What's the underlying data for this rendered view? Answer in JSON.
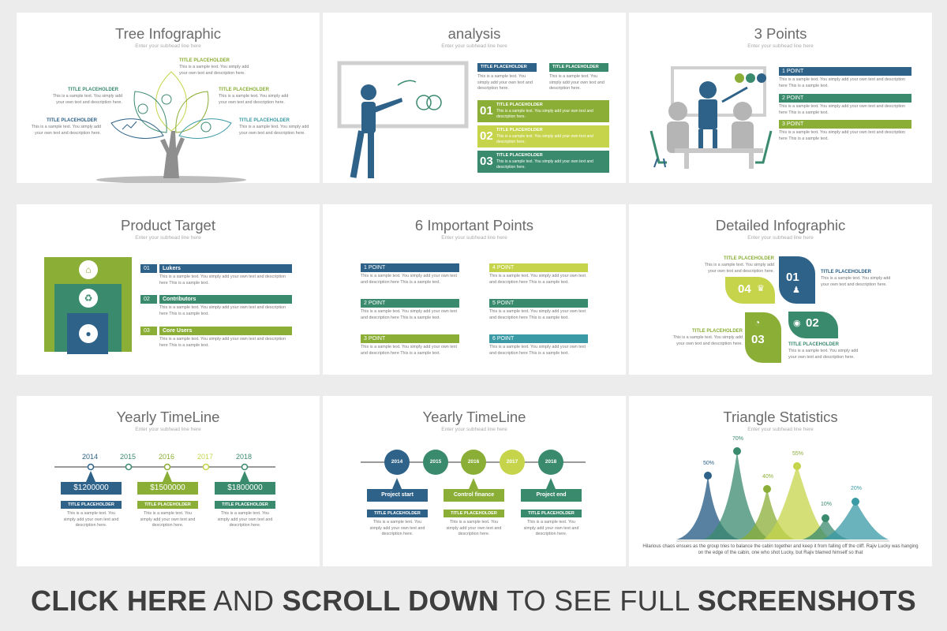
{
  "subhead": "Enter your subhead line here",
  "sample_short": "This is a sample text. You simply add your own text and description here.",
  "sample_long": "This is a sample text. You simply add your own text and description here This is a sample text.",
  "placeholder": "TITLE PLACEHOLDER",
  "colors": {
    "navy": "#2e6289",
    "teal": "#3a8a6e",
    "green": "#8aae36",
    "lime": "#c5d44a",
    "aqua": "#3a9aa5",
    "gray": "#9a9a9a"
  },
  "slides": {
    "tree": {
      "title": "Tree Infographic"
    },
    "analysis": {
      "title": "analysis",
      "items": [
        {
          "num": "01"
        },
        {
          "num": "02"
        },
        {
          "num": "03"
        }
      ]
    },
    "three_points": {
      "title": "3 Points",
      "items": [
        {
          "label": "1 POINT"
        },
        {
          "label": "2 POINT"
        },
        {
          "label": "3 POINT"
        }
      ]
    },
    "product_target": {
      "title": "Product Target",
      "items": [
        {
          "num": "01",
          "label": "Lukers"
        },
        {
          "num": "02",
          "label": "Contributors"
        },
        {
          "num": "03",
          "label": "Core Users"
        }
      ]
    },
    "six_points": {
      "title": "6 Important Points",
      "items": [
        {
          "label": "1 POINT"
        },
        {
          "label": "2 POINT"
        },
        {
          "label": "3 POINT"
        },
        {
          "label": "4 POINT"
        },
        {
          "label": "5 POINT"
        },
        {
          "label": "6 POINT"
        }
      ]
    },
    "detailed": {
      "title": "Detailed Infographic",
      "nums": [
        "01",
        "02",
        "03",
        "04"
      ]
    },
    "timeline1": {
      "title": "Yearly TimeLine",
      "years": [
        "2014",
        "2015",
        "2016",
        "2017",
        "2018"
      ],
      "values": [
        "$1200000",
        "$1500000",
        "$1800000"
      ]
    },
    "timeline2": {
      "title": "Yearly TimeLine",
      "years": [
        "2014",
        "2015",
        "2016",
        "2017",
        "2018"
      ],
      "labels": [
        "Project start",
        "Control finance",
        "Project end"
      ]
    },
    "triangle": {
      "title": "Triangle Statistics",
      "percents": [
        "50%",
        "70%",
        "40%",
        "55%",
        "10%",
        "20%"
      ],
      "caption": "Hilarious chaos ensues as the group tries to balance the cabin together and keep it from falling off the cliff. Rajiv Lucky was hanging on the edge of the cabin, one who shot Lucky, but Rajiv blamed himself so that"
    }
  },
  "footer": {
    "part1": "CLICK HERE",
    "part2": "AND",
    "part3": "SCROLL DOWN",
    "part4": "TO SEE FULL",
    "part5": "SCREENSHOTS"
  }
}
